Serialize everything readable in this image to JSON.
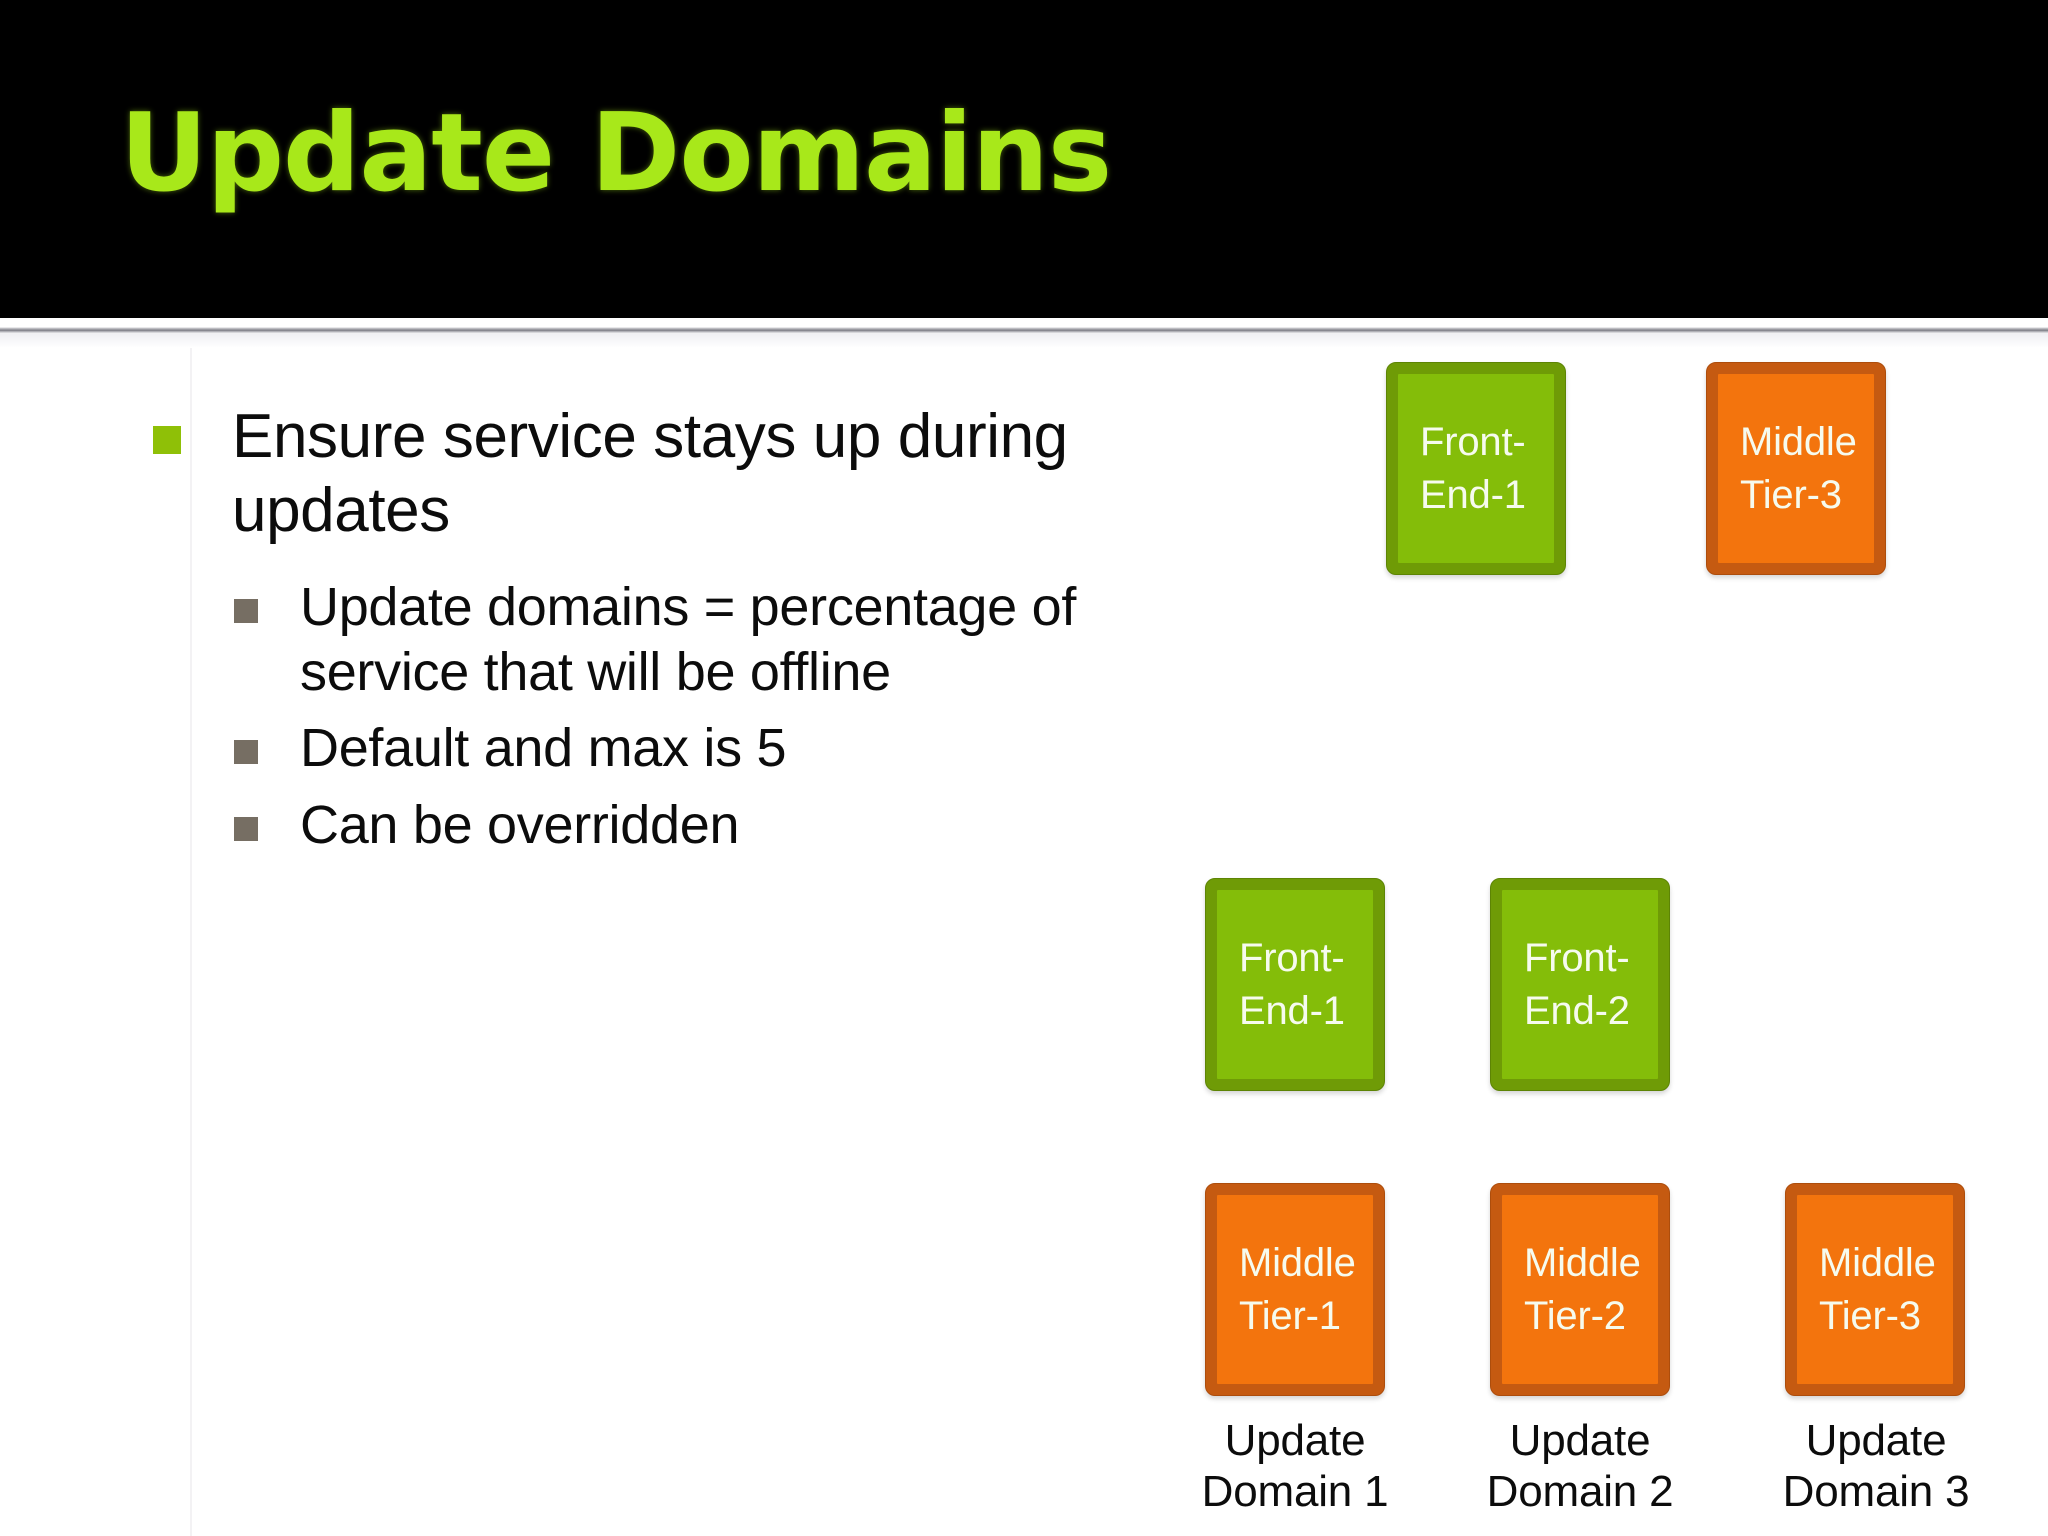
{
  "slide": {
    "title": "Update Domains",
    "title_color": "#a8e81a",
    "banner_color": "#000000",
    "background_color": "#ffffff"
  },
  "content": {
    "bullets": [
      {
        "level": 1,
        "text": "Ensure service stays up during updates",
        "marker_color": "#8fc007"
      },
      {
        "level": 2,
        "text": "Update domains = percentage of service that will be offline",
        "marker_color": "#766e63"
      },
      {
        "level": 2,
        "text": "Default and max is 5",
        "marker_color": "#766e63"
      },
      {
        "level": 2,
        "text": "Can be overridden",
        "marker_color": "#766e63"
      }
    ]
  },
  "diagram": {
    "palette": {
      "green_fill": "#84bd09",
      "green_border": "#6f9b06",
      "orange_fill": "#f3740d",
      "orange_border": "#c55a11",
      "node_text": "#f6fbee"
    },
    "nodes": [
      {
        "id": "fe1-top",
        "line1": "Front-",
        "line2": "End-1",
        "color": "green"
      },
      {
        "id": "mt3-top",
        "line1": "Middle",
        "line2": "Tier-3",
        "color": "orange"
      },
      {
        "id": "fe1-mid",
        "line1": "Front-",
        "line2": "End-1",
        "color": "green"
      },
      {
        "id": "fe2-mid",
        "line1": "Front-",
        "line2": "End-2",
        "color": "green"
      },
      {
        "id": "mt1-bot",
        "line1": "Middle",
        "line2": "Tier-1",
        "color": "orange"
      },
      {
        "id": "mt2-bot",
        "line1": "Middle",
        "line2": "Tier-2",
        "color": "orange"
      },
      {
        "id": "mt3-bot",
        "line1": "Middle",
        "line2": "Tier-3",
        "color": "orange"
      }
    ],
    "captions": [
      {
        "line1": "Update",
        "line2": "Domain 1"
      },
      {
        "line1": "Update",
        "line2": "Domain 2"
      },
      {
        "line1": "Update",
        "line2": "Domain 3"
      }
    ]
  }
}
